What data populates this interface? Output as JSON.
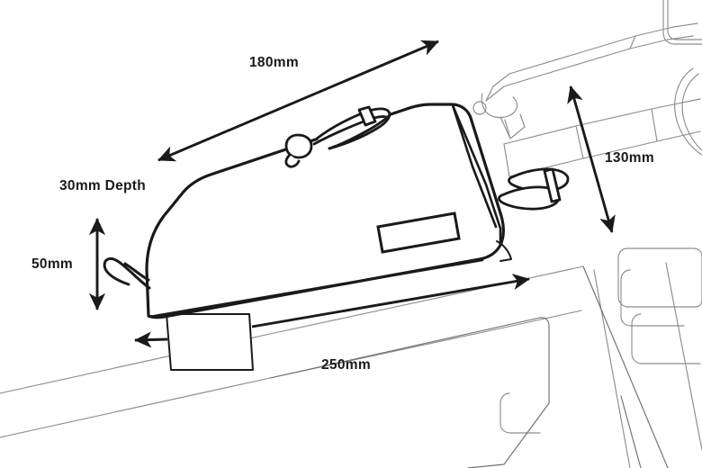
{
  "diagram": {
    "title": "Bicycle Top Tube Frame Bag Dimension Diagram",
    "subject": "top-tube frame bag mounted on bicycle frame",
    "units": "mm",
    "style": {
      "background_color": "#ffffff",
      "primary_line_color": "#1a1a1a",
      "secondary_line_color": "#8a8a8a",
      "label_text_color": "#1a1a1a"
    },
    "labels": [
      {
        "id": "length-180",
        "text": "180mm",
        "measures": "top edge diagonal length of bag",
        "arrow": "double-headed diagonal"
      },
      {
        "id": "depth-30",
        "text": "30mm Depth",
        "measures": "bag depth / width across frame",
        "arrow": "none"
      },
      {
        "id": "height-50",
        "text": "50mm",
        "measures": "front height of bag above top tube",
        "arrow": "double-headed vertical"
      },
      {
        "id": "height-130",
        "text": "130mm",
        "measures": "rear height of bag at head tube",
        "arrow": "double-headed vertical tilted"
      },
      {
        "id": "length-250",
        "text": "250mm",
        "measures": "base length of bag along top tube",
        "arrow": "double-headed, split by mounting block"
      }
    ]
  }
}
